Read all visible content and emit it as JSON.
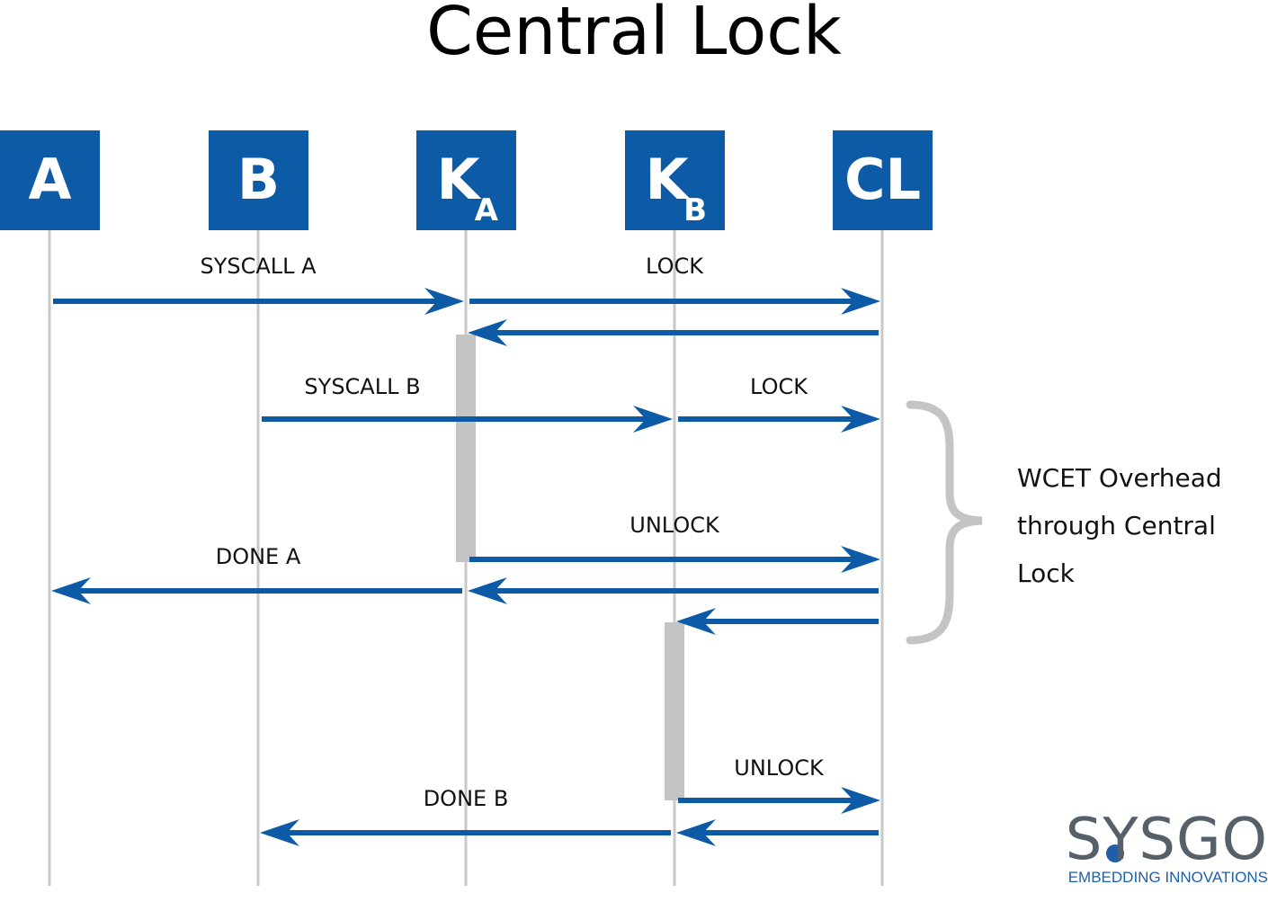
{
  "title": "Central Lock",
  "colors": {
    "lane_box": "#0d5aa7",
    "arrow": "#0d5aa7",
    "lifeline": "#c8c8c8",
    "activation": "#c4c4c4",
    "brace": "#c4c4c4"
  },
  "lanes": [
    {
      "id": "A",
      "label": "A",
      "sub": ""
    },
    {
      "id": "B",
      "label": "B",
      "sub": ""
    },
    {
      "id": "KA",
      "label": "K",
      "sub": "A"
    },
    {
      "id": "KB",
      "label": "K",
      "sub": "B"
    },
    {
      "id": "CL",
      "label": "CL",
      "sub": ""
    }
  ],
  "messages": [
    {
      "from": "A",
      "to": "KA",
      "label": "SYSCALL A"
    },
    {
      "from": "KA",
      "to": "CL",
      "label": "LOCK"
    },
    {
      "from": "CL",
      "to": "KA",
      "label": ""
    },
    {
      "from": "B",
      "to": "KB",
      "label": "SYSCALL B"
    },
    {
      "from": "KB",
      "to": "CL",
      "label": "LOCK"
    },
    {
      "from": "KA",
      "to": "CL",
      "label": "UNLOCK"
    },
    {
      "from": "KA",
      "to": "A",
      "label": "DONE A"
    },
    {
      "from": "CL",
      "to": "KA",
      "label": ""
    },
    {
      "from": "CL",
      "to": "KB",
      "label": ""
    },
    {
      "from": "KB",
      "to": "CL",
      "label": "UNLOCK"
    },
    {
      "from": "KB",
      "to": "B",
      "label": "DONE B"
    },
    {
      "from": "CL",
      "to": "KB",
      "label": ""
    }
  ],
  "activations": [
    {
      "lane": "KA"
    },
    {
      "lane": "KB"
    }
  ],
  "annotation": {
    "lines": [
      "WCET Overhead",
      "through Central",
      "Lock"
    ]
  },
  "logo": {
    "name": "SYSGO",
    "tagline": "EMBEDDING INNOVATIONS"
  }
}
